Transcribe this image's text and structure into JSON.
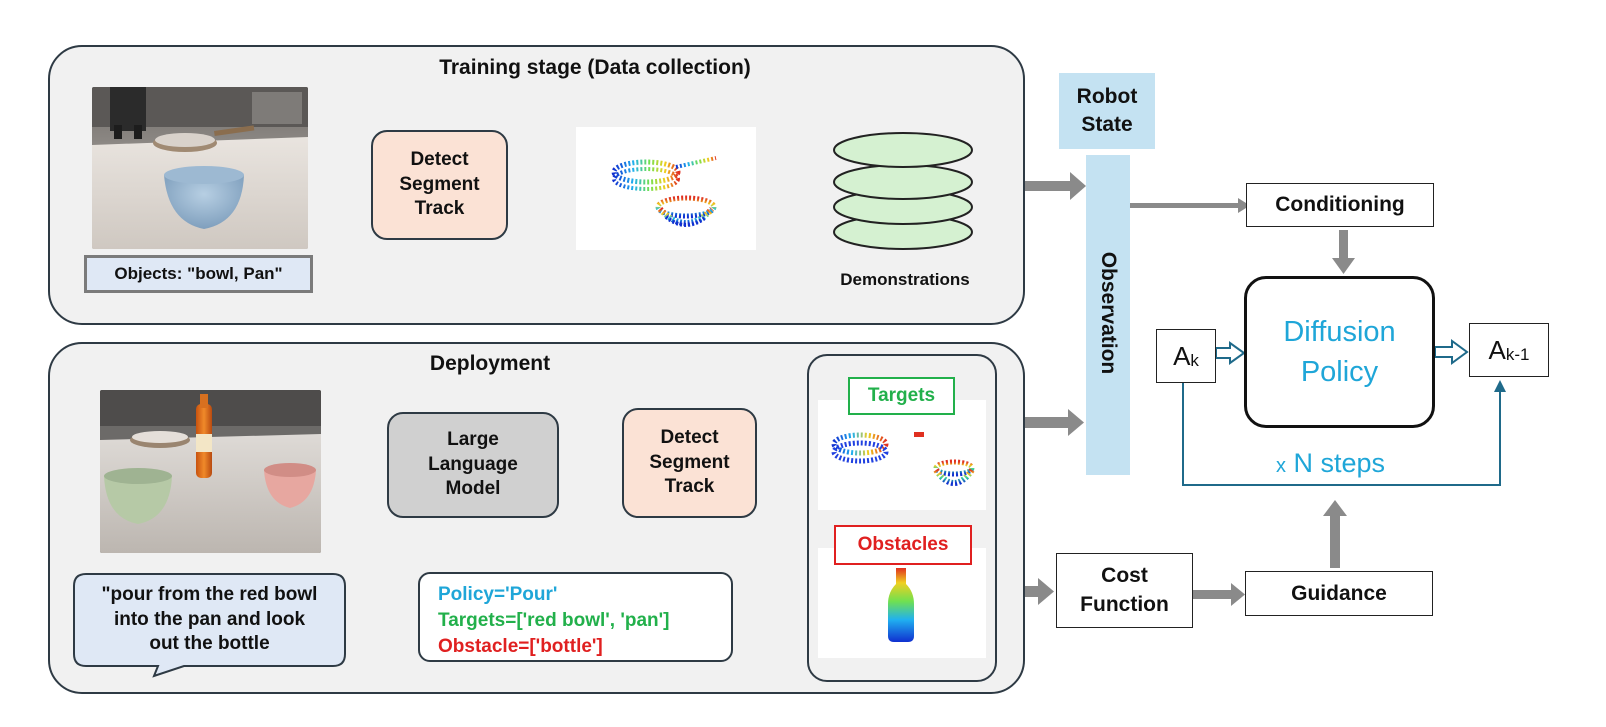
{
  "training": {
    "title": "Training stage (Data collection)",
    "objects_label": "Objects: \"bowl,  Pan\"",
    "detect_box": [
      "Detect",
      "Segment",
      "Track"
    ],
    "demonstrations_label": "Demonstrations"
  },
  "deployment": {
    "title": "Deployment",
    "instruction": [
      "\"pour from the red bowl",
      "into the pan and  look",
      "out the bottle"
    ],
    "llm_box": [
      "Large",
      "Language",
      "Model"
    ],
    "detect_box": [
      "Detect",
      "Segment",
      "Track"
    ],
    "plan": {
      "policy": "Policy='Pour'",
      "targets": "Targets=['red bowl', 'pan']",
      "obstacle": "Obstacle=['bottle']"
    },
    "targets_label": "Targets",
    "obstacles_label": "Obstacles"
  },
  "right": {
    "robot_state": [
      "Robot",
      "State"
    ],
    "observation": "Observation",
    "conditioning": "Conditioning",
    "diffusion_policy": [
      "Diffusion",
      "Policy"
    ],
    "a_k": {
      "base": "A",
      "sub": "k"
    },
    "a_k1": {
      "base": "A",
      "sub": "k-1"
    },
    "n_steps": {
      "prefix": "x",
      "text": "N steps"
    },
    "cost_function": [
      "Cost",
      "Function"
    ],
    "guidance": "Guidance"
  },
  "colors": {
    "policy_blue": "#1fa6d8",
    "targets_green": "#22b04b",
    "obstacle_red": "#e02020",
    "observation_blue": "#c4e2f2",
    "peach": "#fbe2d5",
    "stack_green": "#d5f1d1",
    "arrow_grey": "#8a8a8a",
    "loop_blue": "#1f6a8a"
  }
}
